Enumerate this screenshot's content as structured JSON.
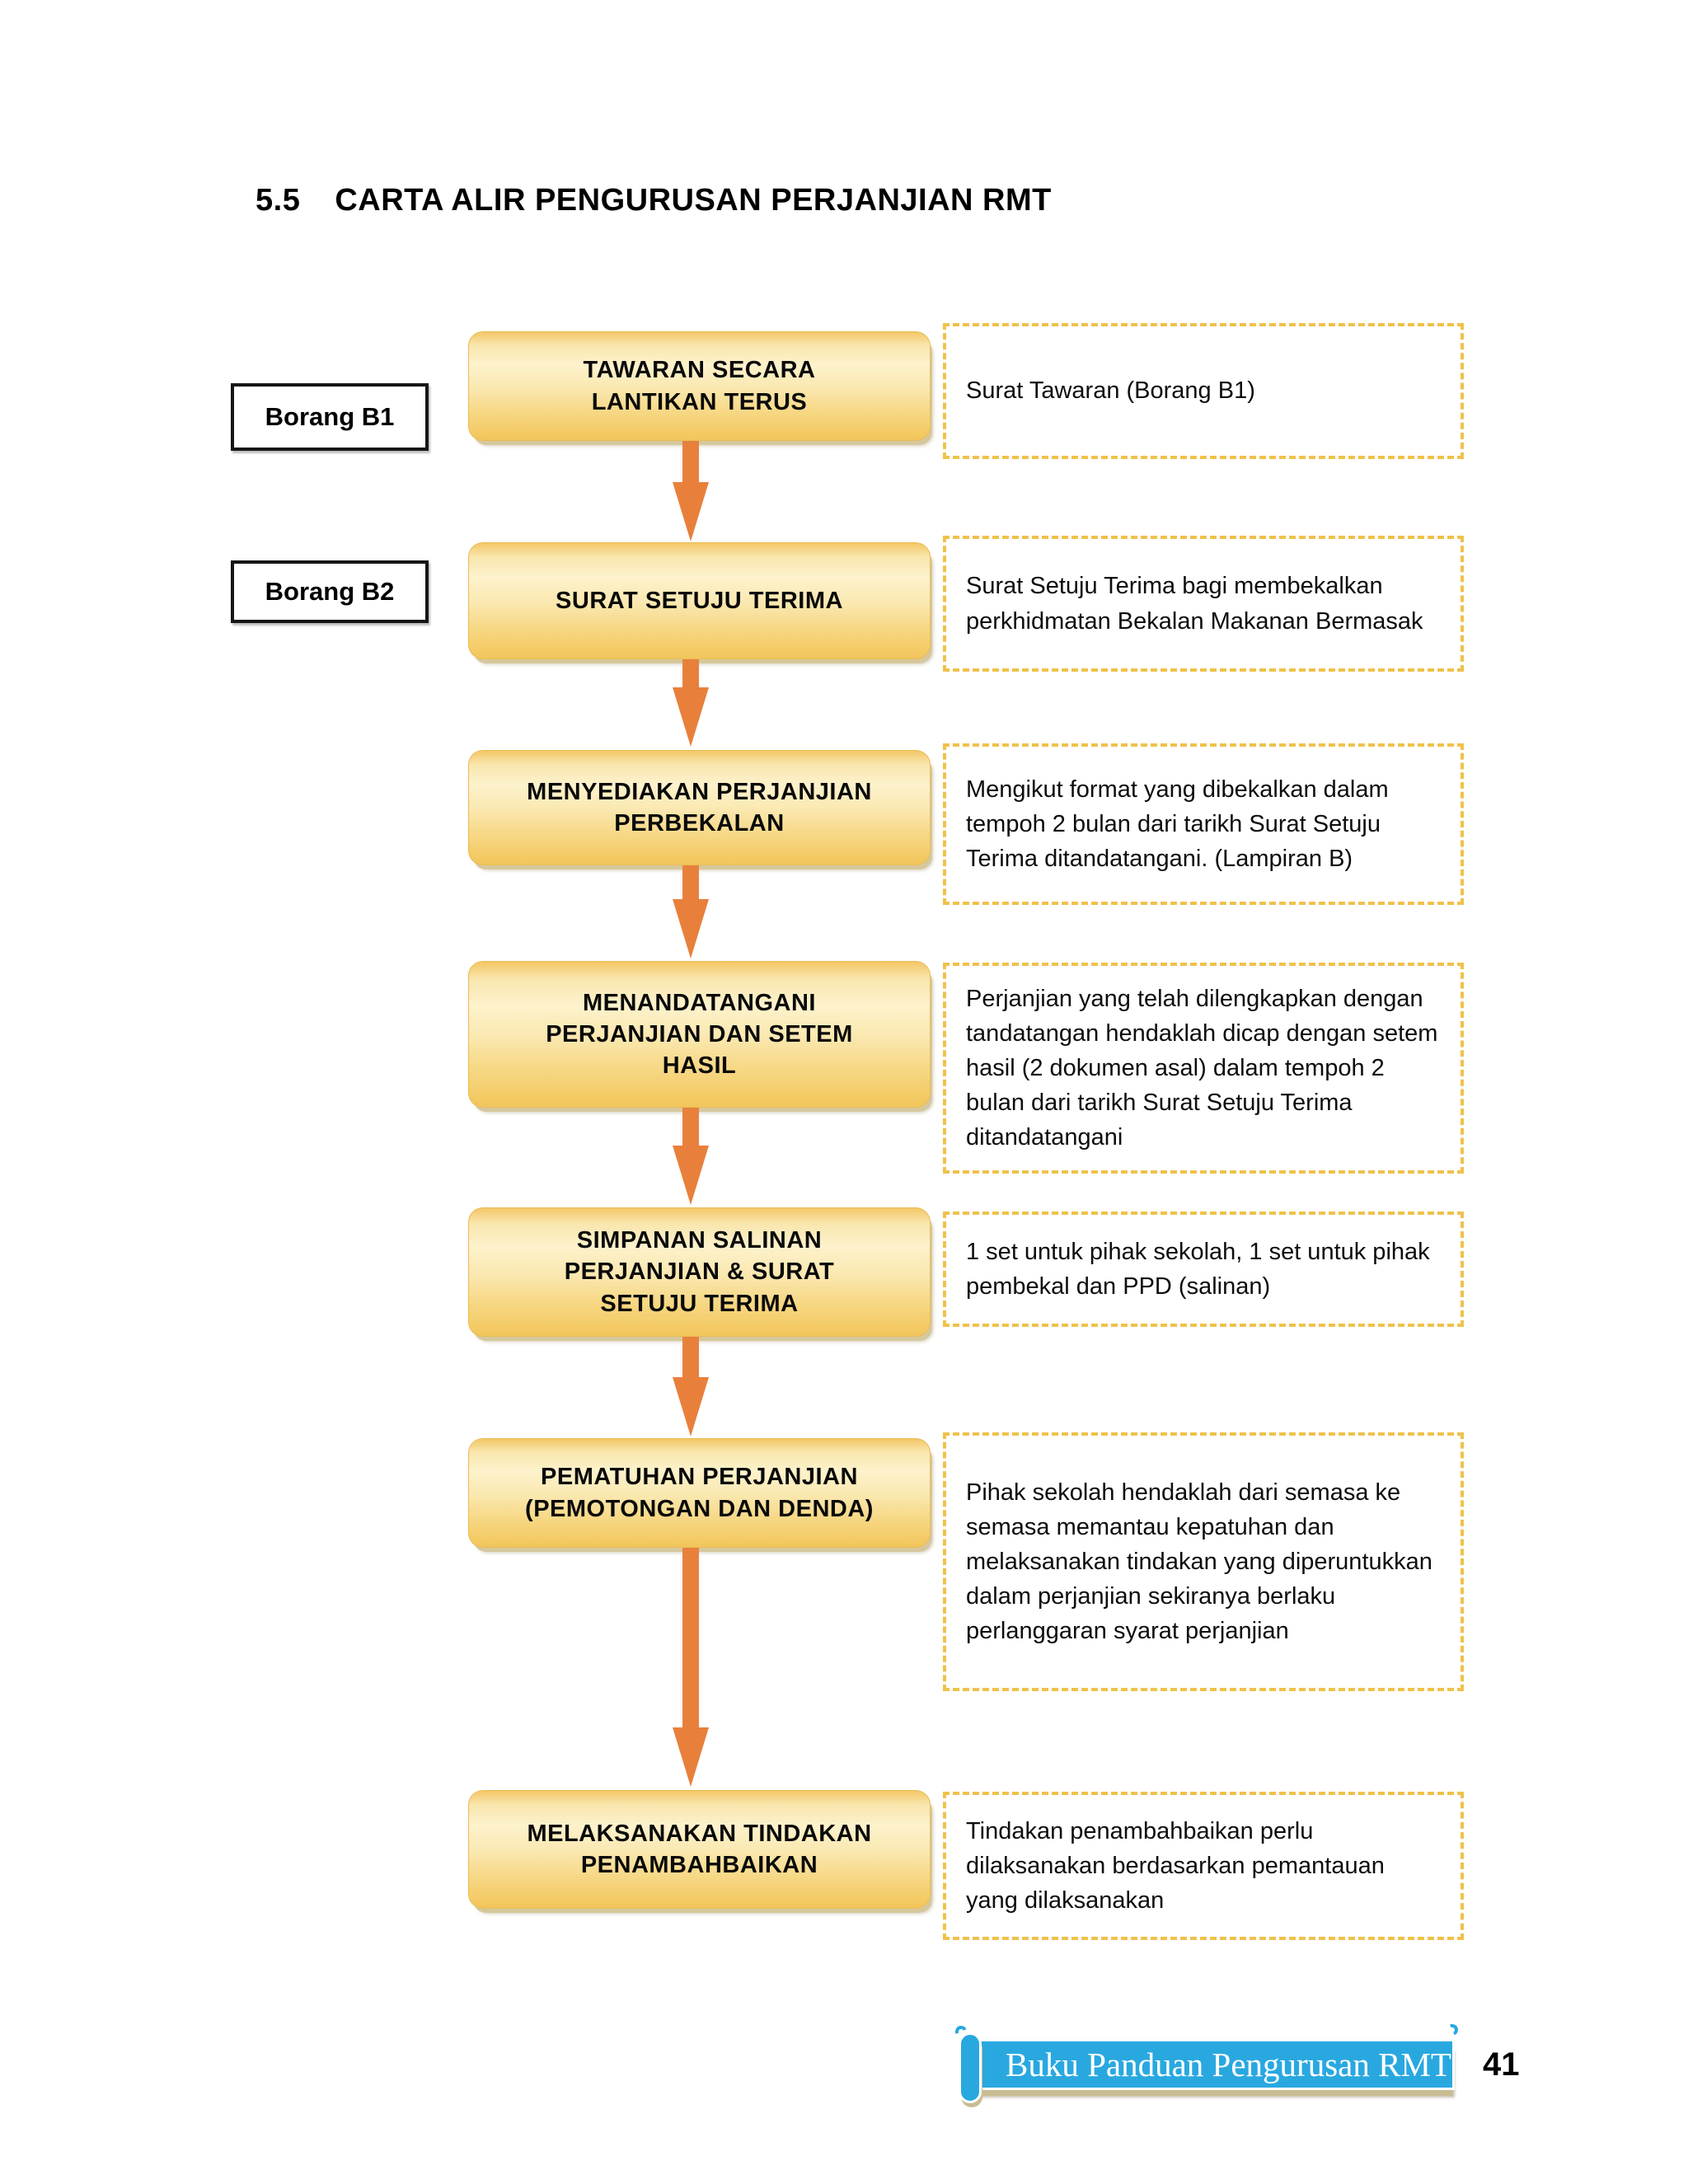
{
  "title": {
    "number": "5.5",
    "text": "CARTA ALIR PENGURUSAN PERJANJIAN RMT"
  },
  "tags": [
    {
      "label": "Borang B1"
    },
    {
      "label": "Borang B2"
    }
  ],
  "flow": [
    {
      "step": "TAWARAN SECARA LANTIKAN TERUS",
      "note": "Surat Tawaran (Borang B1)"
    },
    {
      "step": "SURAT SETUJU TERIMA",
      "note": "Surat Setuju Terima bagi membekalkan perkhidmatan Bekalan Makanan Bermasak"
    },
    {
      "step": "MENYEDIAKAN PERJANJIAN PERBEKALAN",
      "note": "Mengikut format yang dibekalkan dalam tempoh 2 bulan dari tarikh Surat Setuju Terima ditandatangani. (Lampiran B)"
    },
    {
      "step": "MENANDATANGANI PERJANJIAN DAN SETEM HASIL",
      "note": "Perjanjian yang telah dilengkapkan dengan tandatangan hendaklah dicap dengan setem hasil (2 dokumen asal) dalam tempoh 2 bulan dari tarikh Surat Setuju Terima ditandatangani"
    },
    {
      "step": "SIMPANAN SALINAN PERJANJIAN & SURAT SETUJU TERIMA",
      "note": "1 set untuk pihak sekolah, 1 set untuk pihak pembekal dan PPD (salinan)"
    },
    {
      "step": "PEMATUHAN PERJANJIAN (PEMOTONGAN DAN DENDA)",
      "note": "Pihak sekolah hendaklah dari semasa ke semasa memantau kepatuhan dan melaksanakan tindakan yang diperuntukkan dalam perjanjian sekiranya berlaku perlanggaran syarat perjanjian"
    },
    {
      "step": "MELAKSANAKAN TINDAKAN PENAMBAHBAIKAN",
      "note": "Tindakan penambahbaikan perlu dilaksanakan berdasarkan pemantauan yang dilaksanakan"
    }
  ],
  "footer": {
    "book_title": "Buku Panduan Pengurusan RMT",
    "page_number": "41"
  },
  "colors": {
    "box_gold_light": "#FDF2CC",
    "box_gold_dark": "#F2C55C",
    "arrow_orange": "#E8803C",
    "dashed_border_gold": "#F0C14B",
    "footer_blue": "#29A8E0",
    "footer_shadow_tan": "#C9BC92",
    "text_black": "#111111"
  }
}
